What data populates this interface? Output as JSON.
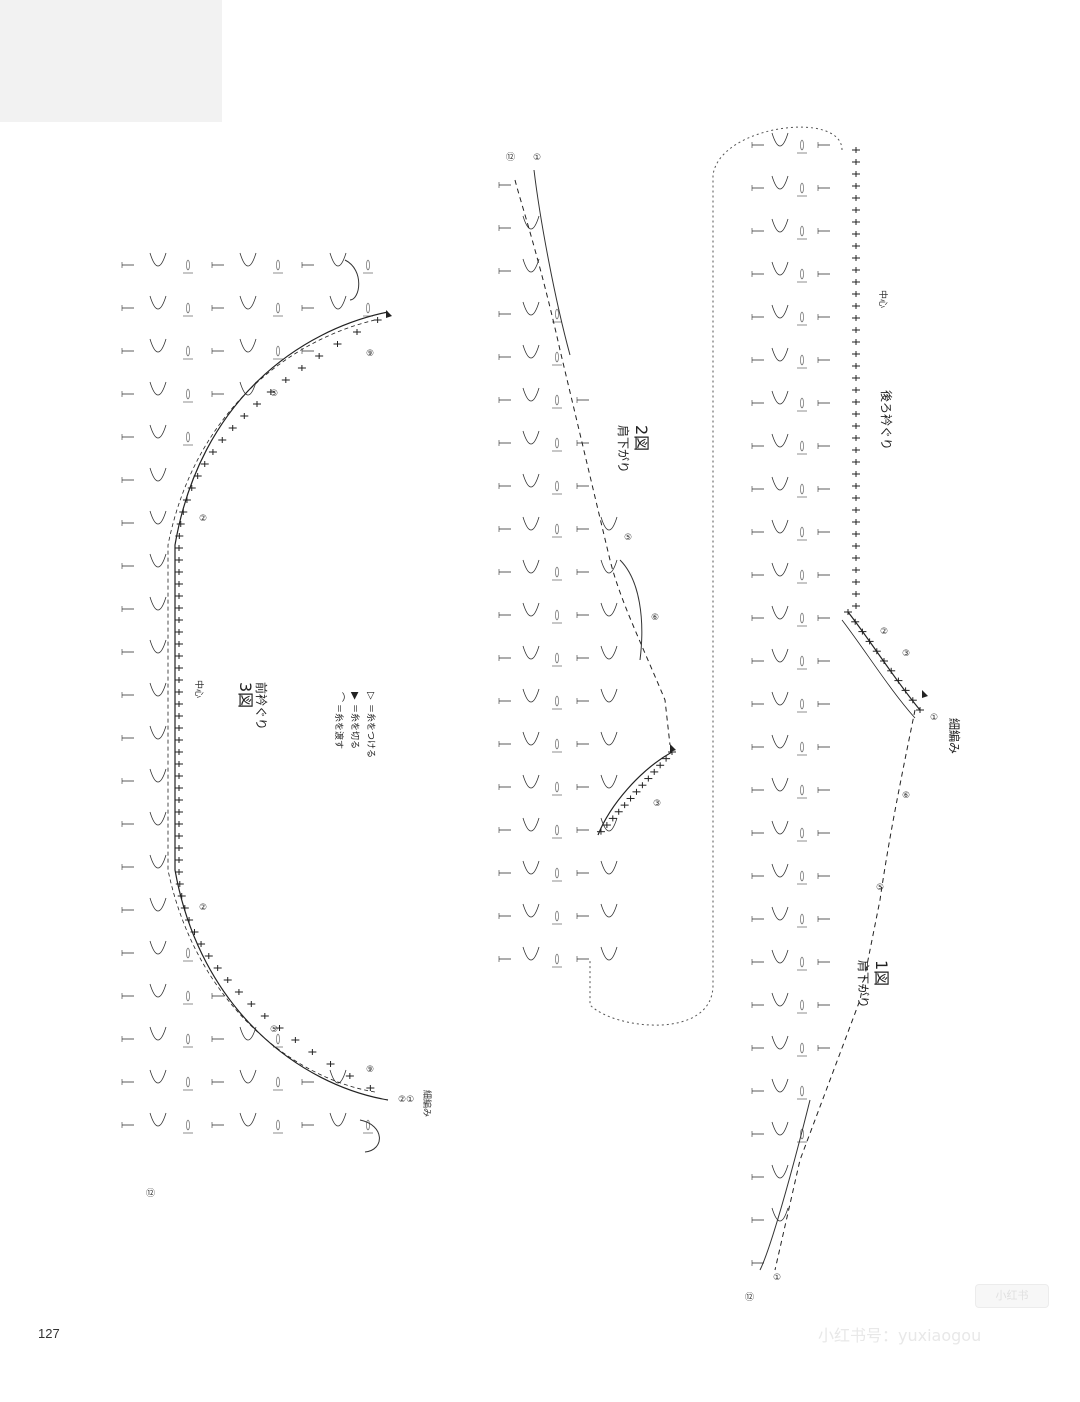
{
  "page": {
    "number": "127",
    "watermark": "小红书号：yuxiaogou",
    "watermark_badge": "小红书"
  },
  "colors": {
    "ink": "#222222",
    "faint": "#888888",
    "corner_block": "#f2f2f2",
    "watermark": "#e8e8e8"
  },
  "figures": {
    "fig3": {
      "number": "3図",
      "title": "前衿ぐり",
      "center": "中心",
      "edge": "細編み"
    },
    "fig2": {
      "number": "2図",
      "title": "肩下がり"
    },
    "fig1": {
      "number": "1図",
      "title": "肩下がり",
      "center": "中心",
      "back": "後ろ衿ぐり",
      "edge": "細編み"
    }
  },
  "legend": [
    {
      "symbol": "▷",
      "text": "＝糸をつける"
    },
    {
      "symbol": "▶",
      "text": "＝糸を切る"
    },
    {
      "symbol": "⌒",
      "text": "＝糸を渡す"
    }
  ],
  "row_markers": {
    "fig3": [
      "⑨",
      "⑤",
      "②",
      "②",
      "⑤",
      "⑨",
      "②①",
      "⑫"
    ],
    "fig2": [
      "⑫",
      "①",
      "⑤",
      "⑥",
      "③"
    ],
    "fig1": [
      "②",
      "③",
      "①",
      "⑥",
      "⑤",
      "①",
      "⑫"
    ]
  }
}
